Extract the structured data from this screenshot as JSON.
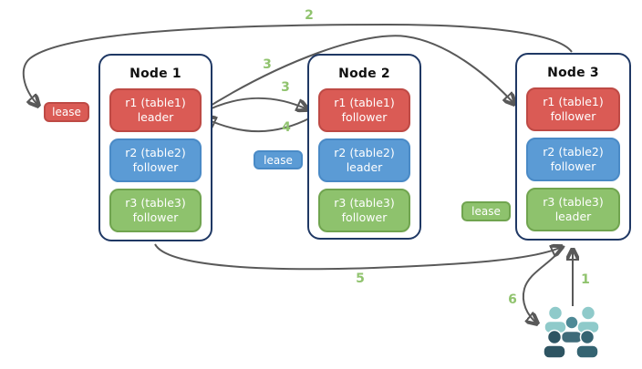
{
  "nodes": [
    {
      "title": "Node 1",
      "replicas": [
        {
          "name": "r1 (table1)",
          "role": "leader",
          "color": "red"
        },
        {
          "name": "r2 (table2)",
          "role": "follower",
          "color": "blue"
        },
        {
          "name": "r3 (table3)",
          "role": "follower",
          "color": "green"
        }
      ]
    },
    {
      "title": "Node 2",
      "replicas": [
        {
          "name": "r1 (table1)",
          "role": "follower",
          "color": "red"
        },
        {
          "name": "r2 (table2)",
          "role": "leader",
          "color": "blue"
        },
        {
          "name": "r3 (table3)",
          "role": "follower",
          "color": "green"
        }
      ]
    },
    {
      "title": "Node 3",
      "replicas": [
        {
          "name": "r1 (table1)",
          "role": "follower",
          "color": "red"
        },
        {
          "name": "r2 (table2)",
          "role": "follower",
          "color": "blue"
        },
        {
          "name": "r3 (table3)",
          "role": "leader",
          "color": "green"
        }
      ]
    }
  ],
  "leases": [
    {
      "label": "lease",
      "color": "red"
    },
    {
      "label": "lease",
      "color": "blue"
    },
    {
      "label": "lease",
      "color": "green"
    }
  ],
  "arrows": [
    {
      "label": "2"
    },
    {
      "label": "3"
    },
    {
      "label": "3"
    },
    {
      "label": "4"
    },
    {
      "label": "5"
    },
    {
      "label": "1"
    },
    {
      "label": "6"
    }
  ],
  "icons": {
    "clients": "users-group-icon"
  },
  "colors": {
    "replica_red": "#DA5B55",
    "replica_red_border": "#BE4A45",
    "replica_blue": "#5B9BD5",
    "replica_blue_border": "#4A8AC6",
    "replica_green": "#8EC26D",
    "replica_green_border": "#70A44F",
    "node_border": "#1F3864",
    "arrow": "#595959",
    "step_number": "#90C36E",
    "people_light": "#8FCACA",
    "people_medium_head": "#4E8996",
    "people_medium_body": "#3F6B79",
    "people_dark_left": "#2E5462",
    "people_dark_right": "#356472"
  }
}
